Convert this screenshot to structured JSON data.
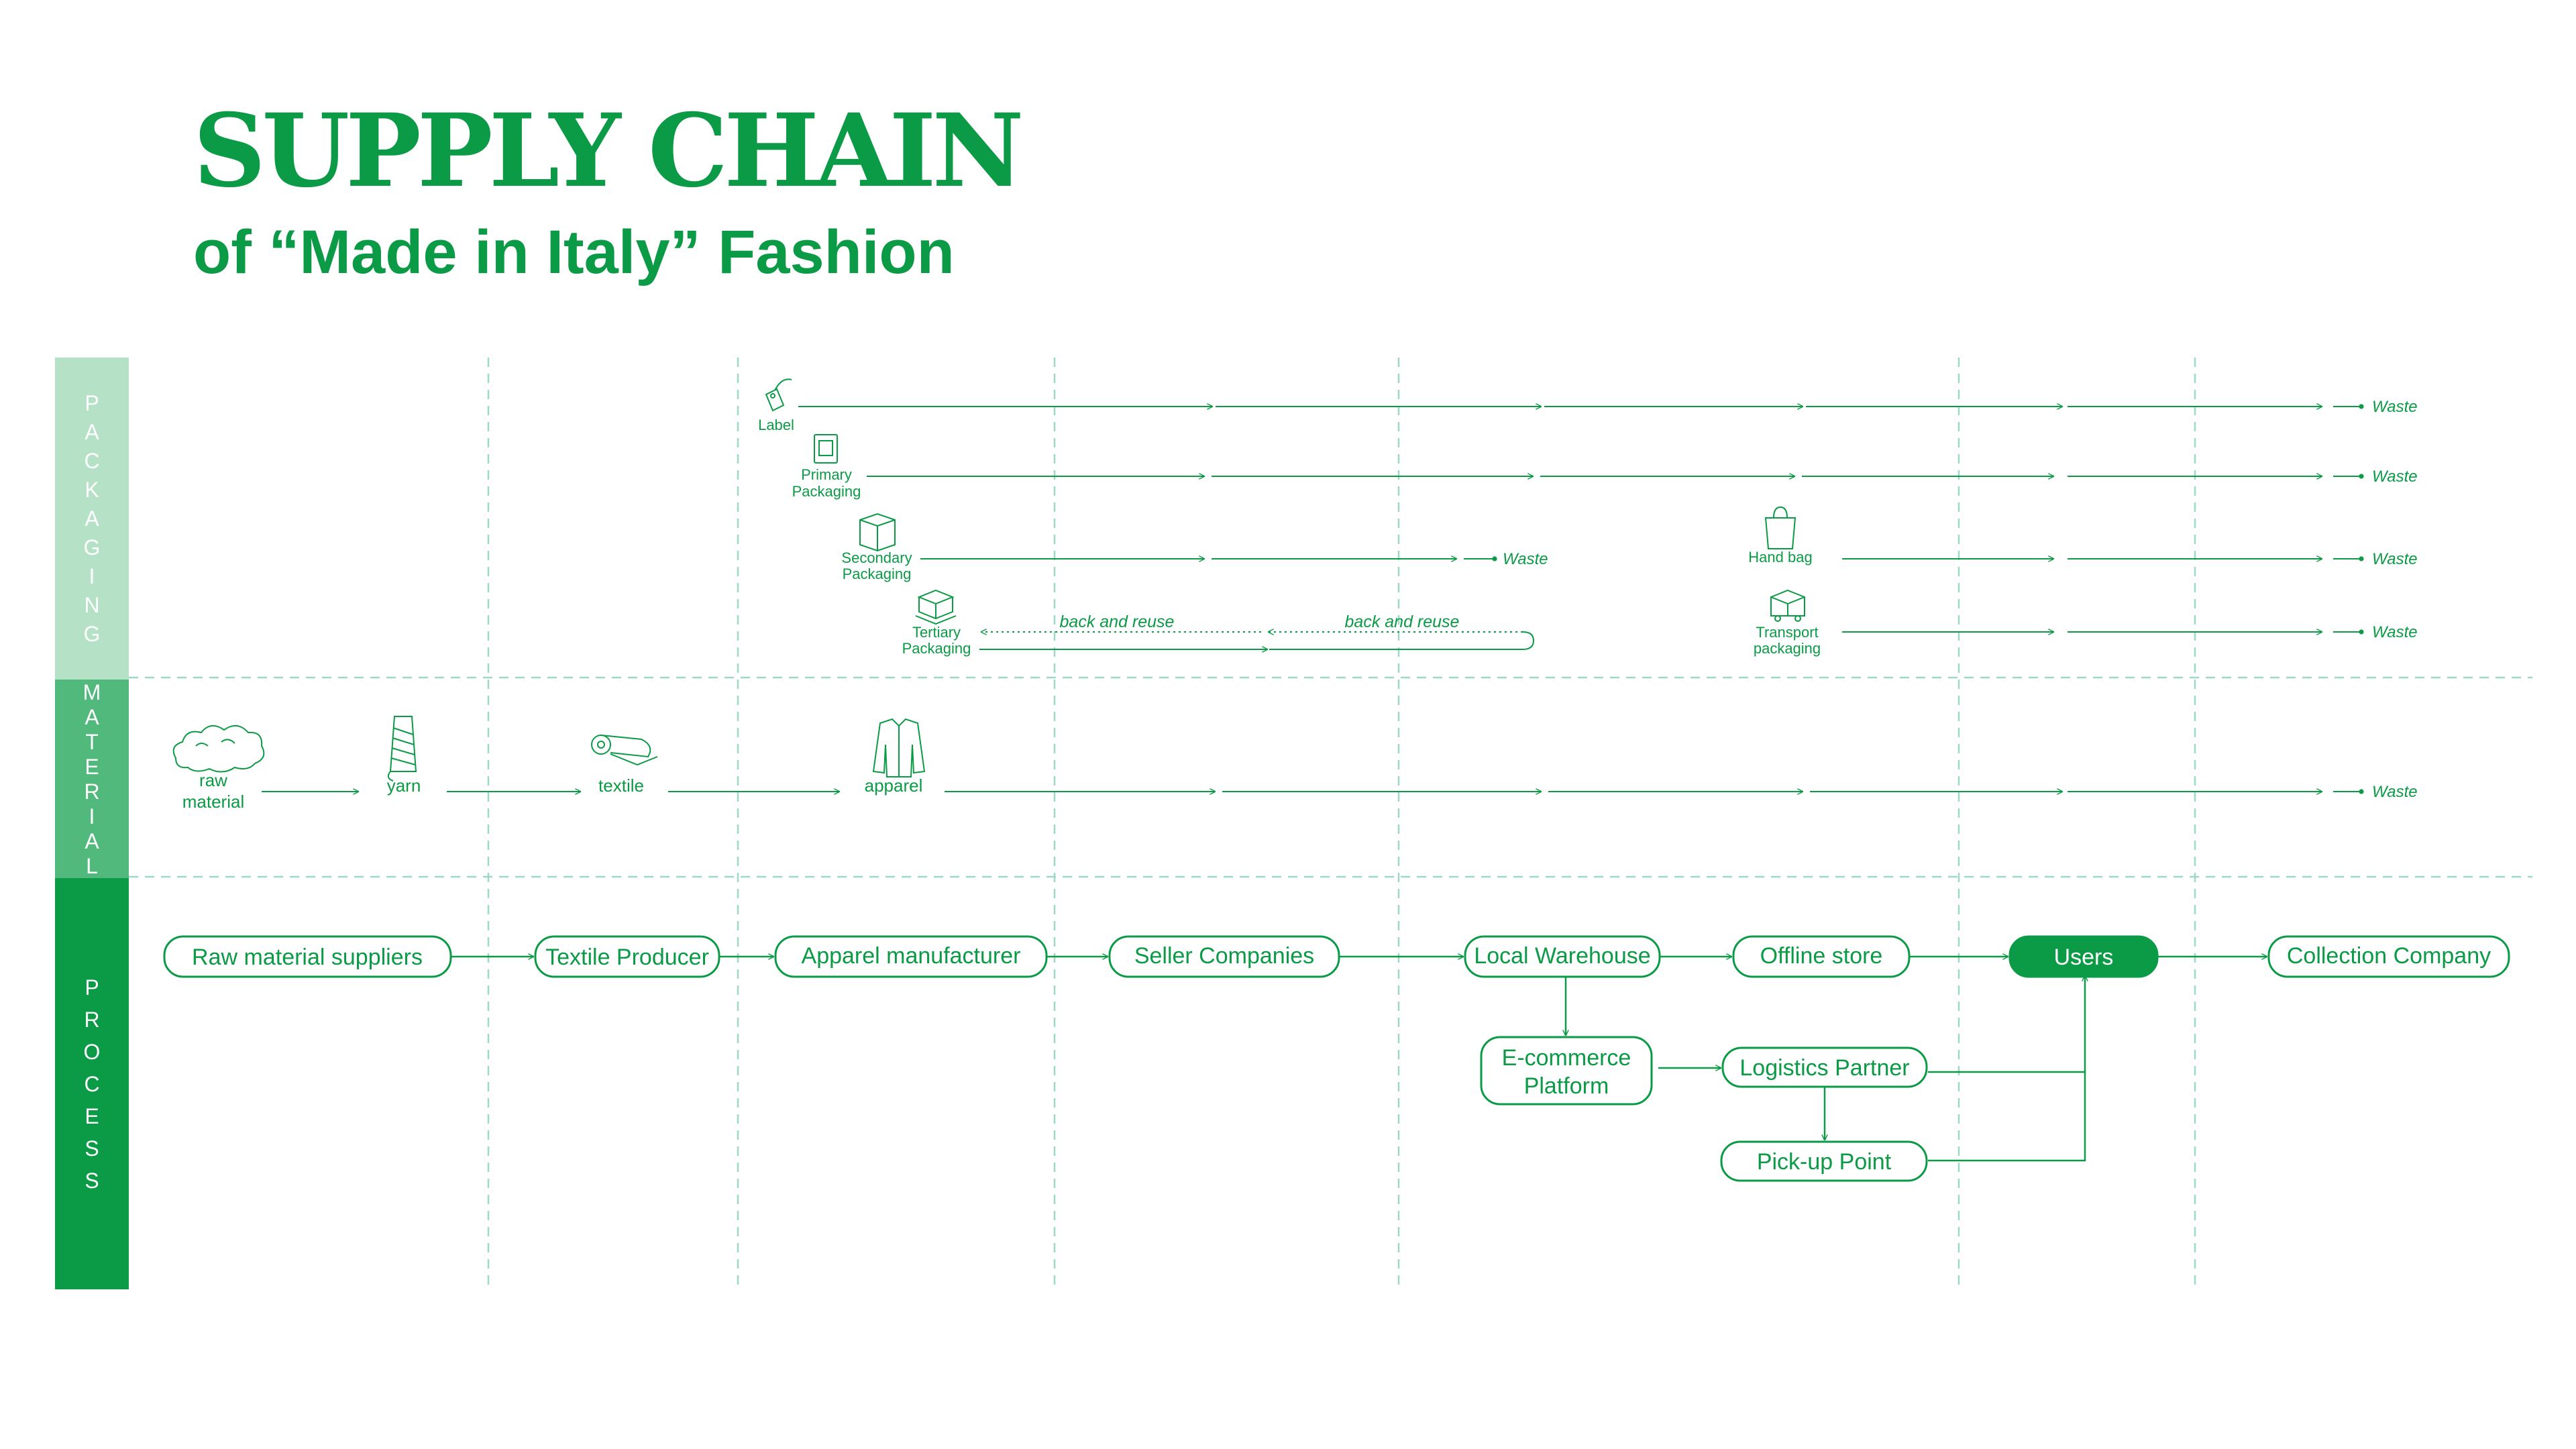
{
  "header": {
    "title": "SUPPLY CHAIN",
    "subtitle": "of “Made in Italy” Fashion"
  },
  "lanes": {
    "packaging": "PACKAGING",
    "material": "MATERIAL",
    "process": "PROCESS"
  },
  "process": {
    "raw_material_suppliers": "Raw material suppliers",
    "textile_producer": "Textile Producer",
    "apparel_manufacturer": "Apparel manufacturer",
    "seller_companies": "Seller Companies",
    "local_warehouse": "Local Warehouse",
    "offline_store": "Offline store",
    "users": "Users",
    "collection_company": "Collection Company",
    "ecommerce_line1": "E-commerce",
    "ecommerce_line2": "Platform",
    "logistics_partner": "Logistics Partner",
    "pickup_point": "Pick-up Point"
  },
  "material": {
    "raw_line1": "raw",
    "raw_line2": "material",
    "yarn": "yarn",
    "textile": "textile",
    "apparel": "apparel"
  },
  "packaging": {
    "label": "Label",
    "primary_line1": "Primary",
    "primary_line2": "Packaging",
    "secondary_line1": "Secondary",
    "secondary_line2": "Packaging",
    "tertiary_line1": "Tertiary",
    "tertiary_line2": "Packaging",
    "hand_bag": "Hand bag",
    "transport_line1": "Transport",
    "transport_line2": "packaging",
    "back_and_reuse": "back and reuse"
  },
  "waste_label": "Waste",
  "colors": {
    "primary": "#0b9a45",
    "lane_packaging": "#b5e2c7",
    "lane_material": "#50b97b",
    "lane_process": "#0b9a45",
    "guide_lines": "#9fd8c8"
  }
}
